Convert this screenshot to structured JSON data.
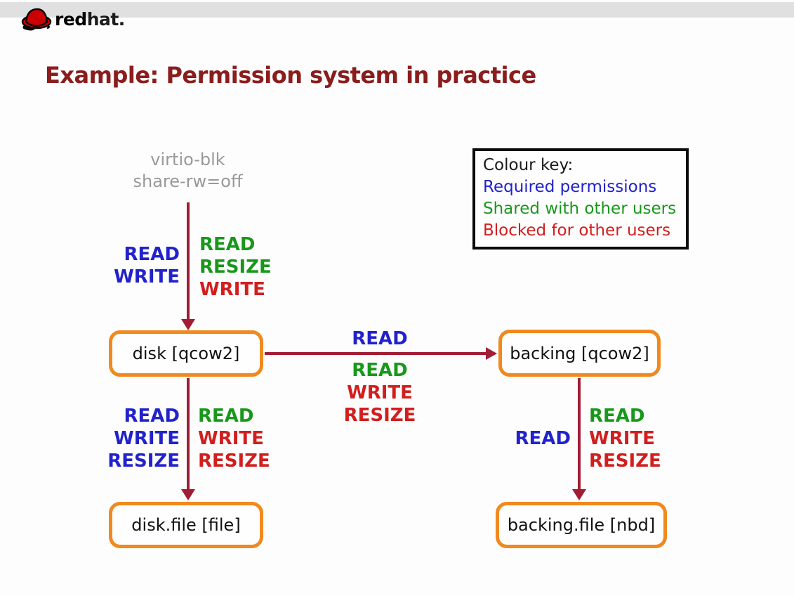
{
  "brand": {
    "red": "red",
    "hat": "hat."
  },
  "title": "Example: Permission system in practice",
  "colors": {
    "title": "#8b1d1d",
    "required": "#2222cc",
    "shared": "#18981a",
    "blocked": "#d21e1e",
    "arrow": "#a21c35",
    "node_border": "#f0891e",
    "source_text": "#999999",
    "top_bar": "#e0e0e0"
  },
  "source_node": {
    "line1": "virtio-blk",
    "line2": "share-rw=off"
  },
  "nodes": {
    "disk": "disk [qcow2]",
    "backing": "backing [qcow2]",
    "disk_file": "disk.file [file]",
    "backing_file": "backing.file [nbd]"
  },
  "edges": {
    "virtio_to_disk": {
      "required": [
        "READ",
        "WRITE"
      ],
      "shared": [
        "READ",
        "RESIZE"
      ],
      "blocked": [
        "WRITE"
      ]
    },
    "disk_to_backing": {
      "required": [
        "READ"
      ],
      "shared": [
        "READ"
      ],
      "blocked": [
        "WRITE",
        "RESIZE"
      ]
    },
    "disk_to_disk_file": {
      "required": [
        "READ",
        "WRITE",
        "RESIZE"
      ],
      "shared": [
        "READ"
      ],
      "blocked": [
        "WRITE",
        "RESIZE"
      ]
    },
    "backing_to_backing_file": {
      "required": [
        "READ"
      ],
      "shared": [
        "READ"
      ],
      "blocked": [
        "WRITE",
        "RESIZE"
      ]
    }
  },
  "colour_key": {
    "title": "Colour key:",
    "required": "Required permissions",
    "shared": "Shared with other users",
    "blocked": "Blocked for other users"
  }
}
